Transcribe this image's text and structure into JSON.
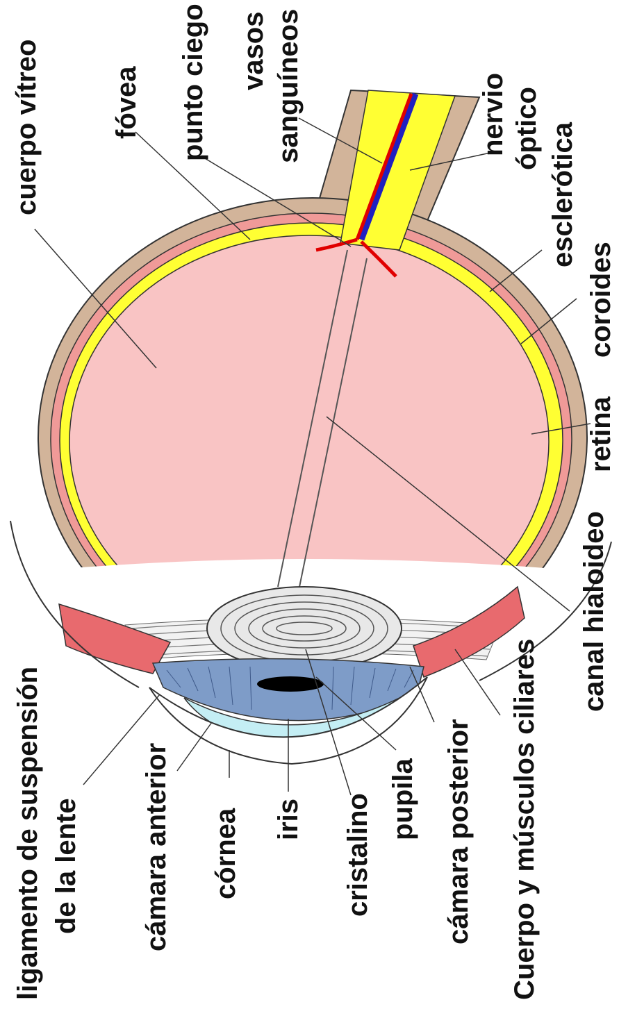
{
  "diagram": {
    "labels": {
      "cuerpo_vitreo": "cuerpo vítreo",
      "fovea": "fóvea",
      "punto_ciego": "punto ciego",
      "vasos_1": "vasos",
      "vasos_2": "sanguíneos",
      "nervio_1": "nervio",
      "nervio_2": "óptico",
      "esclerotica": "esclerótica",
      "coroides": "coroides",
      "retina": "retina",
      "canal_hialoideo": "canal hialoideo",
      "ligamento_1": "ligamento de suspensión",
      "ligamento_2": "de la lente",
      "camara_anterior": "cámara anterior",
      "cornea": "córnea",
      "iris": "iris",
      "cristalino": "cristalino",
      "pupila": "pupila",
      "camara_posterior": "cámara posterior",
      "cuerpo_musculos": "Cuerpo y músculos ciliares"
    },
    "colors": {
      "sclera": "#d2b49a",
      "choroid": "#f09a98",
      "retina": "#ffff33",
      "vitreous": "#f9c4c4",
      "iris": "#7e9cc8",
      "cornea_fluid": "#c4eef4",
      "ciliary": "#e86a6e",
      "lens": "#e8e8e8",
      "artery": "#e00000",
      "vein": "#2020c0"
    }
  }
}
